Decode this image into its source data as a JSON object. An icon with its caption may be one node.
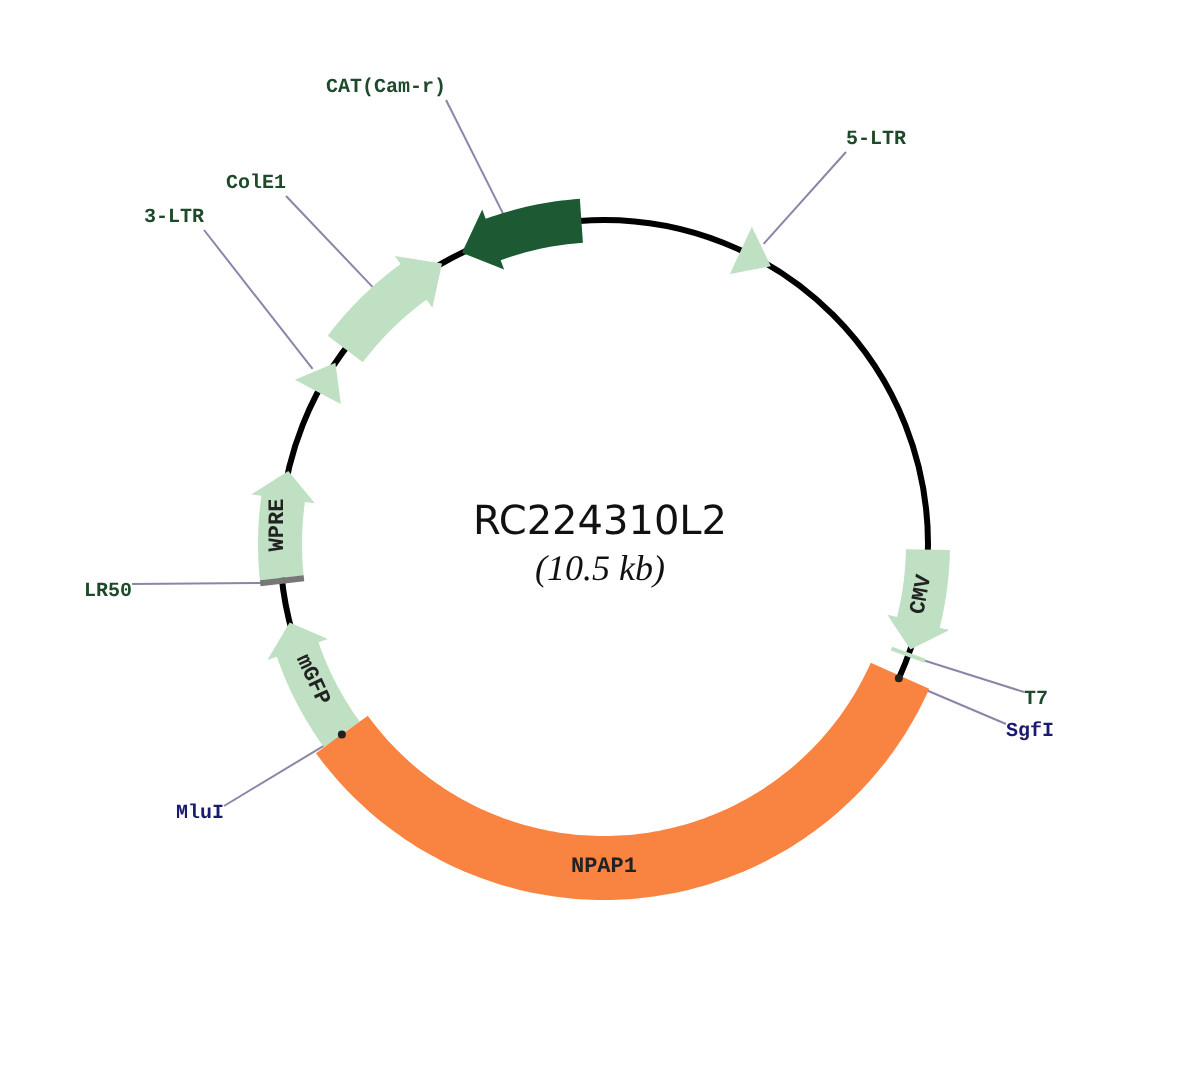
{
  "diagram": {
    "title": "RC224310L2",
    "nodes": [
      {
        "text": [
          "CAT(Cam-r)"
        ]
      },
      {
        "text": [],
        "shape": "arrow"
      },
      {
        "text": [
          "5-LTR"
        ]
      },
      {
        "text": [],
        "shape": "arrow"
      },
      {
        "text": [
          "ColE1"
        ]
      },
      {
        "text": [],
        "shape": "arrow"
      },
      {
        "text": [
          "3-LTR"
        ]
      },
      {
        "text": [],
        "shape": "arrow"
      },
      {
        "text": [
          "WPRE"
        ]
      },
      {
        "text": [
          "LR50"
        ]
      },
      {
        "text": [
          "mGFP"
        ]
      },
      {
        "text": [
          "MluI"
        ]
      },
      {
        "text": [
          "NPAP1"
        ]
      },
      {
        "text": [
          "CMV"
        ]
      },
      {
        "text": [
          "T7"
        ]
      },
      {
        "text": [
          "SgfI"
        ]
      },
      {
        "text": [],
        "shape": "bar"
      },
      {
        "text": [],
        "shape": "circle"
      },
      {
        "text": [],
        "shape": "bar"
      },
      {
        "text": [],
        "shape": "circle"
      }
    ],
    "edges": [
      {
        "from": 0,
        "to": 1,
        "arrow": "none"
      },
      {
        "from": 2,
        "to": 3,
        "arrow": "none"
      },
      {
        "from": 4,
        "to": 5,
        "arrow": "none"
      },
      {
        "from": 6,
        "to": 7,
        "arrow": "none"
      },
      {
        "from": 9,
        "to": 16,
        "arrow": "none"
      },
      {
        "from": 11,
        "to": 17,
        "arrow": "none"
      },
      {
        "from": 14,
        "to": 18,
        "arrow": "none"
      },
      {
        "from": 15,
        "to": 19,
        "arrow": "none"
      }
    ],
    "labels": [
      "(10.5 kb)"
    ]
  }
}
